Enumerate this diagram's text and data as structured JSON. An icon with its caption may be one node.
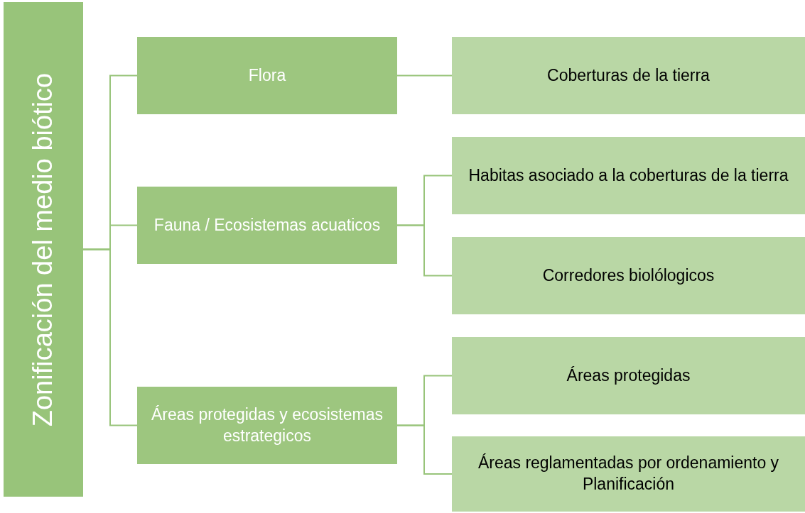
{
  "diagram": {
    "nodes": [
      {
        "text": [
          "Zonificación del medio biótico"
        ]
      },
      {
        "text": [
          "Flora"
        ]
      },
      {
        "text": [
          "Coberturas de la tierra"
        ]
      },
      {
        "text": [
          "Fauna / Ecosistemas acuaticos"
        ]
      },
      {
        "text": [
          "Habitas asociado a la coberturas de la tierra"
        ]
      },
      {
        "text": [
          "Corredores biolólogicos"
        ]
      },
      {
        "text": [
          "Áreas protegidas y ecosistemas estrategicos"
        ]
      },
      {
        "text": [
          "Áreas protegidas"
        ]
      },
      {
        "text": [
          "Áreas reglamentadas por ordenamiento y Planificación"
        ]
      }
    ],
    "edges": [
      {
        "from": 0,
        "to": 1,
        "arrow": "none"
      },
      {
        "from": 0,
        "to": 3,
        "arrow": "none"
      },
      {
        "from": 0,
        "to": 6,
        "arrow": "none"
      },
      {
        "from": 1,
        "to": 2,
        "arrow": "none"
      },
      {
        "from": 3,
        "to": 4,
        "arrow": "none"
      },
      {
        "from": 3,
        "to": 5,
        "arrow": "none"
      },
      {
        "from": 6,
        "to": 7,
        "arrow": "none"
      },
      {
        "from": 6,
        "to": 8,
        "arrow": "none"
      }
    ]
  }
}
